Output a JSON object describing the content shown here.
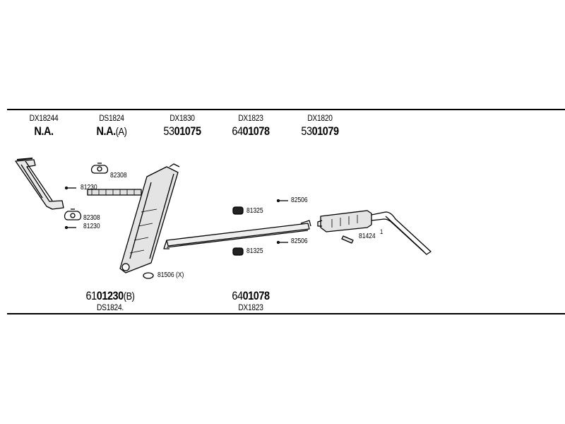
{
  "header": {
    "columns": [
      {
        "code": "DX18244",
        "main": "N.A.",
        "prefix": "",
        "suffix": ""
      },
      {
        "code": "DS1824",
        "main": "N.A.",
        "prefix": "",
        "suffix": "(A)"
      },
      {
        "code": "DX1830",
        "main": "01075",
        "prefix": "53",
        "suffix": ""
      },
      {
        "code": "DX1823",
        "main": "01078",
        "prefix": "64",
        "suffix": ""
      },
      {
        "code": "DX1820",
        "main": "01079",
        "prefix": "53",
        "suffix": ""
      }
    ]
  },
  "parts": {
    "p82308_top": "82308",
    "p81230_top": "81230",
    "p82308_bot": "82308",
    "p81230_bot": "81230",
    "p81325_top": "81325",
    "p81325_bot": "81325",
    "p82506_top": "82506",
    "p82506_bot": "82506",
    "p81424": "81424",
    "p81424_mark": "1",
    "p81506": "81506 (X)"
  },
  "footer": {
    "left": {
      "prefix": "61",
      "main": "01230",
      "suffix": "(B)",
      "code": "DS1824."
    },
    "center": {
      "prefix": "64",
      "main": "01078",
      "suffix": "",
      "code": "DX1823"
    }
  }
}
